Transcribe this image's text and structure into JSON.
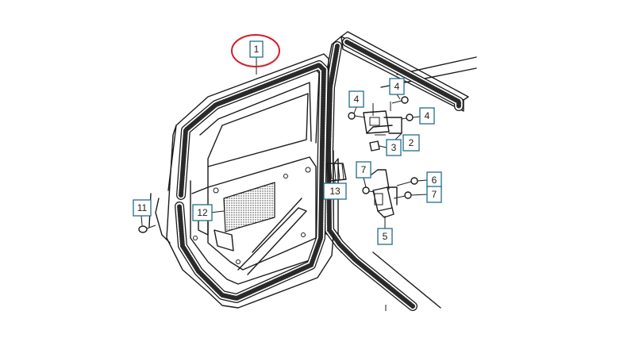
{
  "diagram": {
    "callouts": [
      {
        "id": "1",
        "label": "1"
      },
      {
        "id": "2",
        "label": "2"
      },
      {
        "id": "3",
        "label": "3"
      },
      {
        "id": "4a",
        "label": "4"
      },
      {
        "id": "4b",
        "label": "4"
      },
      {
        "id": "4c",
        "label": "4"
      },
      {
        "id": "5",
        "label": "5"
      },
      {
        "id": "6",
        "label": "6"
      },
      {
        "id": "7a",
        "label": "7"
      },
      {
        "id": "7b",
        "label": "7"
      },
      {
        "id": "11",
        "label": "11"
      },
      {
        "id": "12",
        "label": "12"
      },
      {
        "id": "13",
        "label": "13"
      }
    ],
    "highlight": {
      "target": "1",
      "color": "#d0202a"
    },
    "colors": {
      "line": "#1a1a1a",
      "callout_border": "#1f6d8c",
      "background": "#ffffff"
    }
  }
}
